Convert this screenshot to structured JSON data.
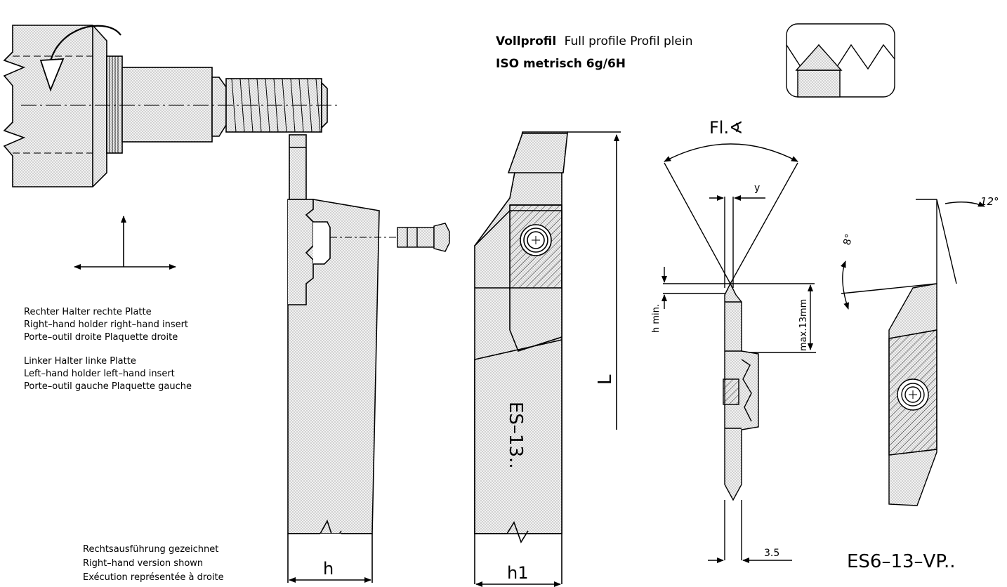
{
  "profile": {
    "line1_bold": "Vollprofil",
    "line1_rest": "Full profile Profil plein",
    "line2": "ISO metrisch 6g/6H"
  },
  "holder_notes": {
    "right": [
      "Rechter Halter rechte Platte",
      "Right–hand holder right–hand insert",
      "Porte–outil droite Plaquette droite"
    ],
    "left": [
      "Linker Halter linke Platte",
      "Left–hand holder left–hand insert",
      "Porte–outil gauche Plaquette gauche"
    ]
  },
  "version_note": [
    "Rechtsausführung gezeichnet",
    "Right–hand version shown",
    "Exécution représentée à droite"
  ],
  "dimensions": {
    "h": "h",
    "h1": "h1",
    "L": "L",
    "flank_angle": "Fl.∢",
    "y": "y",
    "h_min": "h min.",
    "max13": "max.13mm",
    "width_3_5": "3.5",
    "angle_8": "8°",
    "angle_12": "12°"
  },
  "model_label": "ES–13..",
  "part_code": "ES6–13–VP.."
}
